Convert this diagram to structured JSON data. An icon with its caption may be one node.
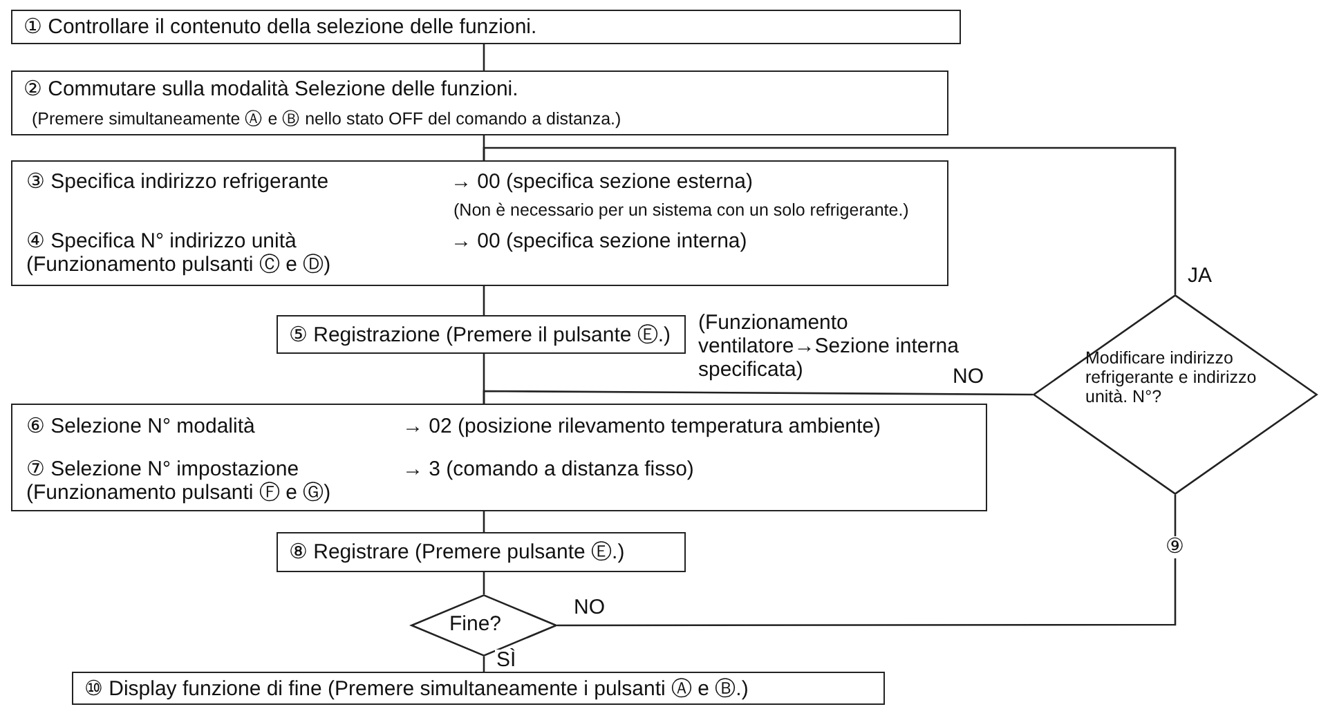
{
  "diagram": {
    "nodes": [
      {
        "text": [
          "① Controllare il contenuto della selezione delle funzioni."
        ]
      },
      {
        "text": [
          "② Commutare sulla modalità Selezione delle funzioni.",
          "(Premere simultaneamente Ⓐ e Ⓑ nello stato OFF del comando a distanza.)"
        ]
      },
      {
        "text": [
          "③ Specifica indirizzo refrigerante",
          "→ 00 (specifica sezione esterna)",
          "(Non è necessario per un sistema con un solo refrigerante.)",
          "④ Specifica N° indirizzo unità (Funzionamento pulsanti Ⓒ e Ⓓ)",
          "→ 00 (specifica sezione interna)"
        ]
      },
      {
        "text": [
          "⑤ Registrazione (Premere il pulsante Ⓔ.)"
        ],
        "beside": [
          "(Funzionamento ventilatore→Sezione interna specificata)"
        ]
      },
      {
        "text": [
          "Modificare indirizzo refrigerante e indirizzo unità. N°?"
        ]
      },
      {
        "text": [
          "⑥ Selezione N° modalità",
          "→ 02 (posizione rilevamento temperatura ambiente)",
          "⑦ Selezione N° impostazione (Funzionamento pulsanti Ⓕ e Ⓖ)",
          "→ 3 (comando a distanza fisso)"
        ]
      },
      {
        "text": [
          "⑧ Registrare (Premere pulsante Ⓔ.)"
        ]
      },
      {
        "text": [
          "Fine?"
        ]
      },
      {
        "text": [
          "⑩ Display funzione di fine (Premere simultaneamente i pulsanti Ⓐ e Ⓑ.)"
        ]
      }
    ],
    "edges": [
      {
        "from": 0,
        "to": 1,
        "arrow": "none"
      },
      {
        "from": 1,
        "to": 2,
        "arrow": "none"
      },
      {
        "from": 4,
        "to": 2,
        "arrow": "none",
        "label": "JA"
      },
      {
        "from": 2,
        "to": 3,
        "arrow": "none"
      },
      {
        "from": 3,
        "to": 5,
        "arrow": "none"
      },
      {
        "from": 4,
        "to": 5,
        "arrow": "none",
        "label": "NO"
      },
      {
        "from": 5,
        "to": 6,
        "arrow": "none"
      },
      {
        "from": 6,
        "to": 7,
        "arrow": "none"
      },
      {
        "from": 7,
        "to": 8,
        "arrow": "none",
        "label": "SÌ"
      },
      {
        "from": 7,
        "to": 4,
        "arrow": "none",
        "label": "NO"
      }
    ],
    "labels": [
      "⑨"
    ]
  }
}
